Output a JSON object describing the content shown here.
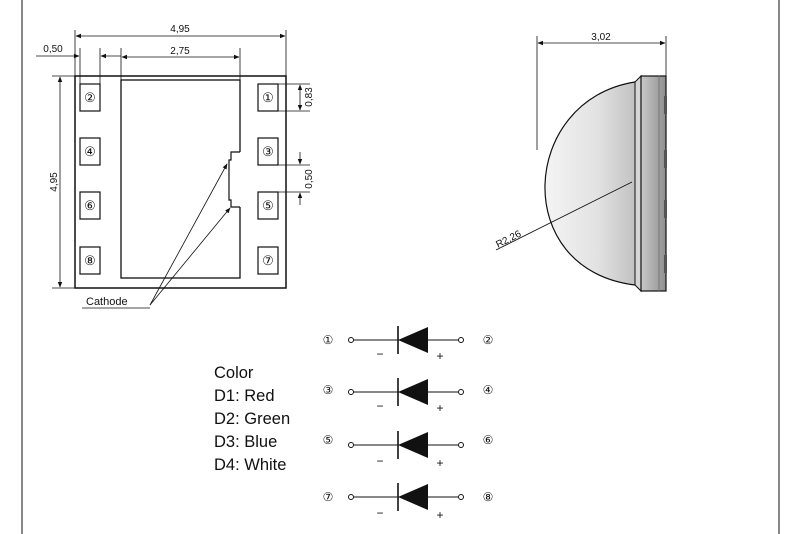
{
  "package_top_view": {
    "overall_width": "4,95",
    "overall_height": "4,95",
    "pad_width": "0,50",
    "die_width": "2,75",
    "pad_length": "0,83",
    "pad_gap": "0,50",
    "cathode_label": "Cathode",
    "pins_left": [
      "②",
      "④",
      "⑥",
      "⑧"
    ],
    "pins_right": [
      "①",
      "③",
      "⑤",
      "⑦"
    ]
  },
  "package_side_view": {
    "width": "3,02",
    "radius": "R2,26"
  },
  "circuit": {
    "diodes": [
      {
        "left_pin": "①",
        "right_pin": "②",
        "minus": "−",
        "plus": "+"
      },
      {
        "left_pin": "③",
        "right_pin": "④",
        "minus": "−",
        "plus": "+"
      },
      {
        "left_pin": "⑤",
        "right_pin": "⑥",
        "minus": "−",
        "plus": "+"
      },
      {
        "left_pin": "⑦",
        "right_pin": "⑧",
        "minus": "−",
        "plus": "+"
      }
    ]
  },
  "legend": {
    "title": "Color",
    "items": [
      "D1: Red",
      "D2: Green",
      "D3: Blue",
      "D4: White"
    ]
  }
}
